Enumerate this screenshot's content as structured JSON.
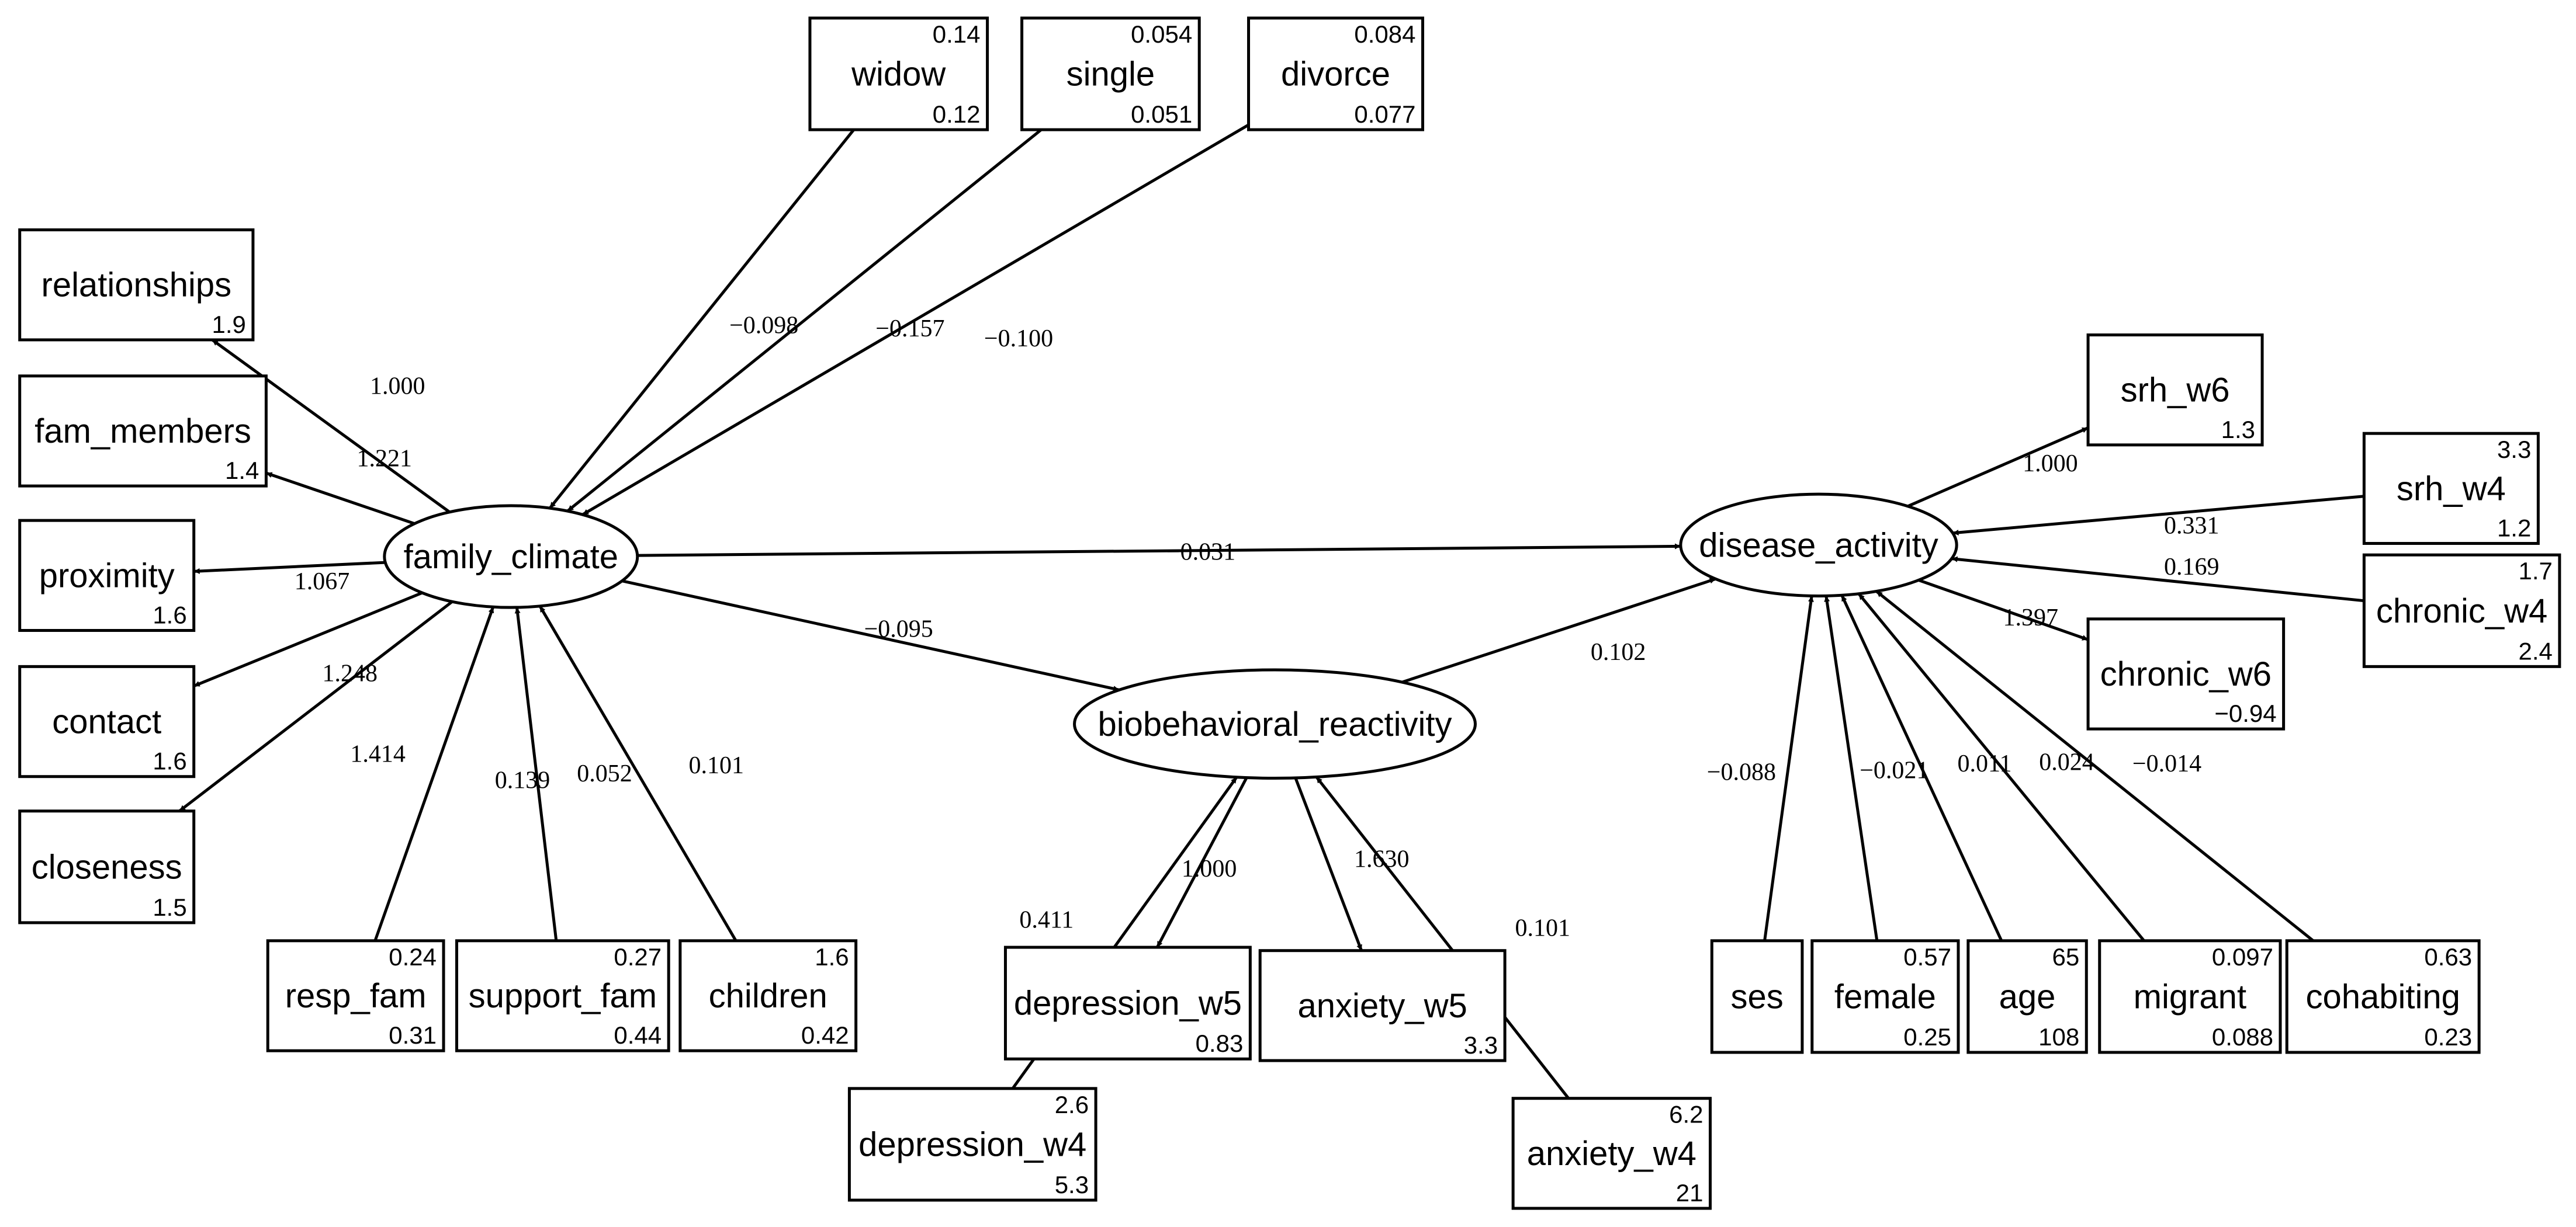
{
  "diagram": {
    "nodes": {
      "widow": {
        "name": "widow",
        "top": "0.14",
        "bottom": "0.12"
      },
      "single": {
        "name": "single",
        "top": "0.054",
        "bottom": "0.051"
      },
      "divorce": {
        "name": "divorce",
        "top": "0.084",
        "bottom": "0.077"
      },
      "relationships": {
        "name": "relationships",
        "bottom": "1.9"
      },
      "fam_members": {
        "name": "fam_members",
        "bottom": "1.4"
      },
      "proximity": {
        "name": "proximity",
        "bottom": "1.6"
      },
      "contact": {
        "name": "contact",
        "bottom": "1.6"
      },
      "closeness": {
        "name": "closeness",
        "bottom": "1.5"
      },
      "resp_fam": {
        "name": "resp_fam",
        "top": "0.24",
        "bottom": "0.31"
      },
      "support_fam": {
        "name": "support_fam",
        "top": "0.27",
        "bottom": "0.44"
      },
      "children": {
        "name": "children",
        "top": "1.6",
        "bottom": "0.42"
      },
      "depression_w4": {
        "name": "depression_w4",
        "top": "2.6",
        "bottom": "5.3"
      },
      "depression_w5": {
        "name": "depression_w5",
        "bottom": "0.83"
      },
      "anxiety_w5": {
        "name": "anxiety_w5",
        "bottom": "3.3"
      },
      "anxiety_w4": {
        "name": "anxiety_w4",
        "top": "6.2",
        "bottom": "21"
      },
      "ses": {
        "name": "ses"
      },
      "female": {
        "name": "female",
        "top": "0.57",
        "bottom": "0.25"
      },
      "age": {
        "name": "age",
        "top": "65",
        "bottom": "108"
      },
      "migrant": {
        "name": "migrant",
        "top": "0.097",
        "bottom": "0.088"
      },
      "cohabiting": {
        "name": "cohabiting",
        "top": "0.63",
        "bottom": "0.23"
      },
      "srh_w6": {
        "name": "srh_w6",
        "bottom": "1.3"
      },
      "srh_w4": {
        "name": "srh_w4",
        "top": "3.3",
        "bottom": "1.2"
      },
      "chronic_w4": {
        "name": "chronic_w4",
        "top": "1.7",
        "bottom": "2.4"
      },
      "chronic_w6": {
        "name": "chronic_w6",
        "bottom": "−0.94"
      },
      "family_climate": {
        "name": "family_climate"
      },
      "biobehavioral_reactivity": {
        "name": "biobehavioral_reactivity"
      },
      "disease_activity": {
        "name": "disease_activity"
      }
    },
    "edges": [
      {
        "from": "widow",
        "to": "family_climate",
        "label": "−0.098"
      },
      {
        "from": "single",
        "to": "family_climate",
        "label": "−0.157"
      },
      {
        "from": "divorce",
        "to": "family_climate",
        "label": "−0.100"
      },
      {
        "from": "family_climate",
        "to": "relationships",
        "label": "1.000"
      },
      {
        "from": "family_climate",
        "to": "fam_members",
        "label": "1.221"
      },
      {
        "from": "family_climate",
        "to": "proximity",
        "label": "1.067"
      },
      {
        "from": "family_climate",
        "to": "contact",
        "label": "1.248"
      },
      {
        "from": "family_climate",
        "to": "closeness",
        "label": "1.414"
      },
      {
        "from": "resp_fam",
        "to": "family_climate",
        "label": "0.139"
      },
      {
        "from": "support_fam",
        "to": "family_climate",
        "label": "0.052"
      },
      {
        "from": "children",
        "to": "family_climate",
        "label": "0.101"
      },
      {
        "from": "family_climate",
        "to": "disease_activity",
        "label": "−0.031"
      },
      {
        "from": "family_climate",
        "to": "biobehavioral_reactivity",
        "label": "−0.095"
      },
      {
        "from": "biobehavioral_reactivity",
        "to": "disease_activity",
        "label": "0.102"
      },
      {
        "from": "biobehavioral_reactivity",
        "to": "depression_w5",
        "label": "1.000"
      },
      {
        "from": "biobehavioral_reactivity",
        "to": "anxiety_w5",
        "label": "1.630"
      },
      {
        "from": "depression_w4",
        "to": "biobehavioral_reactivity",
        "label": "0.411"
      },
      {
        "from": "anxiety_w4",
        "to": "biobehavioral_reactivity",
        "label": "0.101"
      },
      {
        "from": "disease_activity",
        "to": "srh_w6",
        "label": "1.000"
      },
      {
        "from": "srh_w4",
        "to": "disease_activity",
        "label": "0.331"
      },
      {
        "from": "chronic_w4",
        "to": "disease_activity",
        "label": "0.169"
      },
      {
        "from": "disease_activity",
        "to": "chronic_w6",
        "label": "1.397"
      },
      {
        "from": "ses",
        "to": "disease_activity",
        "label": "−0.088"
      },
      {
        "from": "female",
        "to": "disease_activity",
        "label": "−0.021"
      },
      {
        "from": "age",
        "to": "disease_activity",
        "label": "0.011"
      },
      {
        "from": "migrant",
        "to": "disease_activity",
        "label": "0.024"
      },
      {
        "from": "cohabiting",
        "to": "disease_activity",
        "label": "−0.014"
      }
    ]
  }
}
